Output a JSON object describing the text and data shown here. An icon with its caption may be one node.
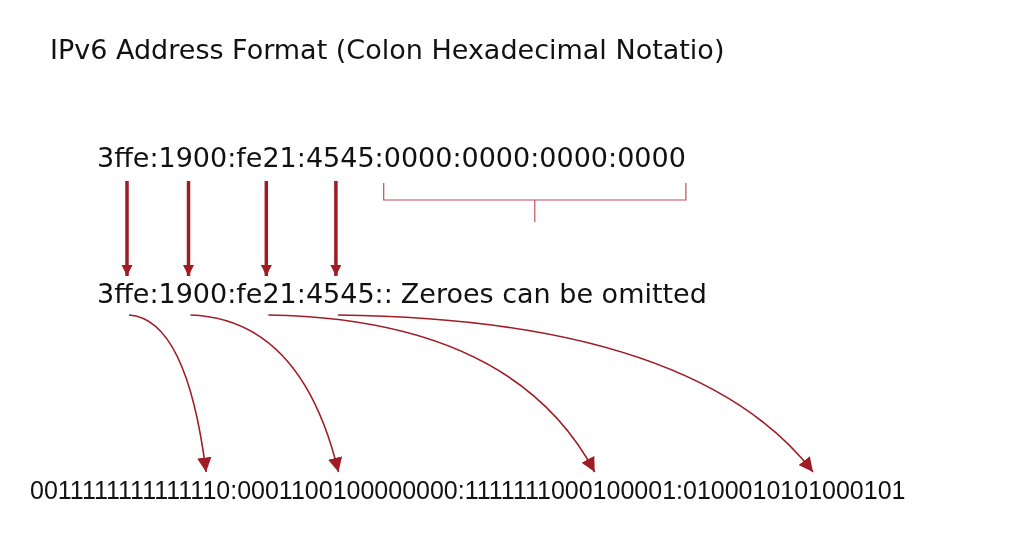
{
  "diagram": {
    "title": "IPv6 Address Format (Colon Hexadecimal Notatio)",
    "nodes": [
      {
        "text": [
          "3ffe:"
        ]
      },
      {
        "text": [
          "1900:"
        ]
      },
      {
        "text": [
          "fe21:"
        ]
      },
      {
        "text": [
          "4545:"
        ]
      },
      {
        "text": [
          "0000:0000:0000:0000"
        ]
      },
      {
        "text": [
          "3ffe:"
        ]
      },
      {
        "text": [
          "1900:"
        ]
      },
      {
        "text": [
          "fe21:"
        ]
      },
      {
        "text": [
          "4545::"
        ]
      },
      {
        "text": [
          "0011111111111110:"
        ]
      },
      {
        "text": [
          "0001100100000000:"
        ]
      },
      {
        "text": [
          "1111111000100001:"
        ]
      },
      {
        "text": [
          "0100010101000101"
        ]
      }
    ],
    "edges": [
      {
        "from": 0,
        "to": 5,
        "arrow": "to",
        "style": "thick"
      },
      {
        "from": 1,
        "to": 6,
        "arrow": "to",
        "style": "thick"
      },
      {
        "from": 2,
        "to": 7,
        "arrow": "to",
        "style": "thick"
      },
      {
        "from": 3,
        "to": 8,
        "arrow": "to",
        "style": "thick"
      },
      {
        "from": 5,
        "to": 9,
        "arrow": "to"
      },
      {
        "from": 6,
        "to": 10,
        "arrow": "to"
      },
      {
        "from": 7,
        "to": 11,
        "arrow": "to"
      },
      {
        "from": 8,
        "to": 12,
        "arrow": "to"
      }
    ],
    "labels": [
      "Zeroes can be omitted"
    ]
  }
}
